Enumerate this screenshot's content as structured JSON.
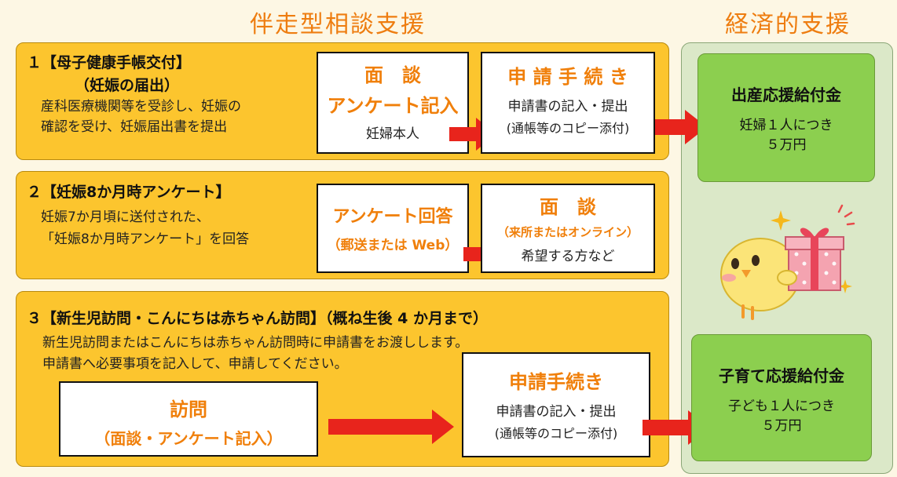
{
  "headers": {
    "consult": "伴走型相談支援",
    "economic": "経済的支援"
  },
  "row1": {
    "title": "１【母子健康手帳交付】",
    "subtitle": "（妊娠の届出）",
    "desc1": "産科医療機関等を受診し、妊娠の",
    "desc2": "確認を受け、妊娠届出書を提出",
    "box1": {
      "line1": "面　談",
      "line2": "アンケート記入",
      "line3": "妊婦本人"
    },
    "box2": {
      "title": "申 請 手 続 き",
      "line1": "申請書の記入・提出",
      "line2": "(通帳等のコピー添付)"
    }
  },
  "row2": {
    "title": "２【妊娠8か月時アンケート】",
    "desc1": "妊娠7か月頃に送付された、",
    "desc2": "「妊娠8か月時アンケート」を回答",
    "box1": {
      "line1": "アンケート回答",
      "line2": "（郵送または Web）"
    },
    "box2": {
      "title": "面　談",
      "line1": "（来所またはオンライン）",
      "line2": "希望する方など"
    }
  },
  "row3": {
    "title": "３【新生児訪問・こんにちは赤ちゃん訪問】（概ね生後 4 か月まで）",
    "desc1": "新生児訪問またはこんにちは赤ちゃん訪問時に申請書をお渡しします。",
    "desc2": "申請書へ必要事項を記入して、申請してください。",
    "box1": {
      "line1": "訪問",
      "line2": "（面談・アンケート記入）"
    },
    "box2": {
      "title": "申請手続き",
      "line1": "申請書の記入・提出",
      "line2": "(通帳等のコピー添付)"
    }
  },
  "benefits": {
    "birth": {
      "title": "出産応援給付金",
      "line1": "妊婦１人につき",
      "line2": "５万円"
    },
    "child": {
      "title": "子育て応援給付金",
      "line1": "子ども１人につき",
      "line2": "５万円"
    }
  },
  "colors": {
    "accent_orange": "#ee7d10",
    "panel_yellow": "#fcc52e",
    "benefit_green": "#8ccf4f",
    "arrow_red": "#e8241c"
  },
  "icons": [
    "arrow-right-icon",
    "chick-with-gift-icon",
    "sparkle-icon"
  ]
}
